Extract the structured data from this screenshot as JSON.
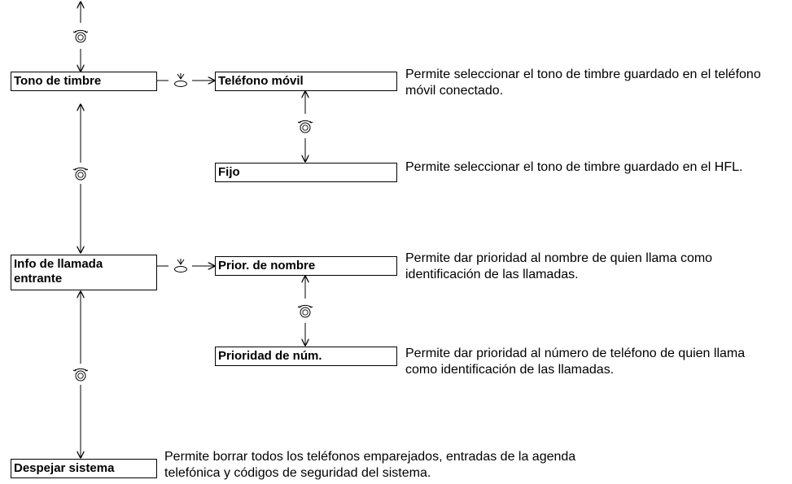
{
  "items": {
    "ringtone": {
      "label": "Tono de timbre",
      "options": [
        {
          "label": "Teléfono móvil",
          "description": "Permite seleccionar el tono de timbre guardado en el teléfono móvil conectado."
        },
        {
          "label": "Fijo",
          "description": "Permite seleccionar el tono de timbre guardado en el HFL."
        }
      ]
    },
    "incoming_call_info": {
      "label": "Info de llamada entrante",
      "options": [
        {
          "label": "Prior. de nombre",
          "description": "Permite dar prioridad al nombre de quien llama como identificación de las llamadas."
        },
        {
          "label": "Prioridad de núm.",
          "description": "Permite dar prioridad al número de teléfono de quien llama como identificación de las llamadas."
        }
      ]
    },
    "clear_system": {
      "label": "Despejar sistema",
      "description": "Permite borrar todos los teléfonos emparejados, entradas de la agenda telefónica y códigos de seguridad del sistema."
    }
  },
  "icons": {
    "rotate": "interface-dial-rotate-icon",
    "press": "interface-dial-press-icon"
  }
}
